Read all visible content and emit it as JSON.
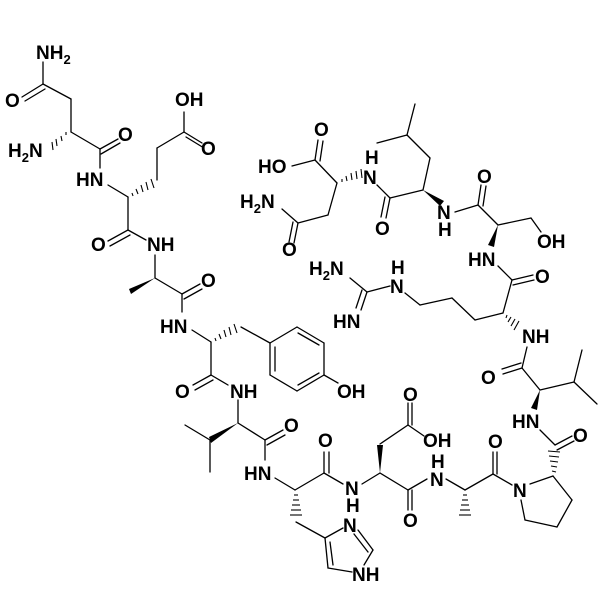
{
  "diagram": {
    "type": "skeletal-structural-formula",
    "subject": "linear peptide",
    "background": "#ffffff",
    "ink": "#000000",
    "residues": [
      {
        "name": "Asn",
        "position": "N-terminus",
        "labels": [
          "NH2",
          "O",
          "H2N"
        ]
      },
      {
        "name": "Glu",
        "labels": [
          "HN",
          "O",
          "OH",
          "O"
        ]
      },
      {
        "name": "Ala",
        "labels": [
          "NH",
          "O"
        ]
      },
      {
        "name": "Tyr",
        "labels": [
          "HN",
          "O",
          "OH"
        ]
      },
      {
        "name": "Val",
        "labels": [
          "NH",
          "O"
        ]
      },
      {
        "name": "His",
        "labels": [
          "HN",
          "O",
          "N",
          "NH"
        ]
      },
      {
        "name": "Asp",
        "labels": [
          "N/H",
          "O",
          "O",
          "OH"
        ]
      },
      {
        "name": "Ala",
        "labels": [
          "H/N",
          "O"
        ]
      },
      {
        "name": "Pro",
        "labels": [
          "N",
          "O"
        ]
      },
      {
        "name": "Val",
        "labels": [
          "HN",
          "O"
        ]
      },
      {
        "name": "Arg",
        "labels": [
          "NH",
          "O",
          "H/N",
          "H2N",
          "HN"
        ]
      },
      {
        "name": "Ser",
        "labels": [
          "HN",
          "OH",
          "O"
        ]
      },
      {
        "name": "Leu",
        "labels": [
          "N/H",
          "O"
        ]
      },
      {
        "name": "Asn",
        "position": "C-terminus",
        "labels": [
          "H/N",
          "HO",
          "O",
          "H2N",
          "O"
        ]
      }
    ]
  },
  "atoms": {
    "a1": "NH",
    "a1s": "2",
    "a2": "O",
    "a3": "H",
    "a3s": "2",
    "a3b": "N",
    "a4": "O",
    "a5": "HN",
    "a6": "OH",
    "a7": "O",
    "a8": "O",
    "a9": "NH",
    "a10": "O",
    "a11": "HN",
    "a12": "O",
    "a13": "NH",
    "a14": "OH",
    "a15": "O",
    "a16": "HN",
    "a17": "O",
    "a18": "N",
    "a18h": "H",
    "a19": "N",
    "a20": "NH",
    "a21": "O",
    "a22": "OH",
    "a23": "O",
    "a24": "N",
    "a24h": "H",
    "a25": "O",
    "a26": "N",
    "a27": "O",
    "a28": "HN",
    "a29": "O",
    "a30": "NH",
    "a31": "O",
    "a32": "N",
    "a32h": "H",
    "a33": "H",
    "a33s": "2",
    "a33b": "N",
    "a34": "HN",
    "a35": "HN",
    "a36": "OH",
    "a37": "O",
    "a38": "N",
    "a38h": "H",
    "a39": "O",
    "a40": "O",
    "a41": "N",
    "a41h": "H",
    "a42": "HO",
    "a43": "O",
    "a44": "H",
    "a44s": "2",
    "a44b": "N",
    "a45": "O"
  }
}
